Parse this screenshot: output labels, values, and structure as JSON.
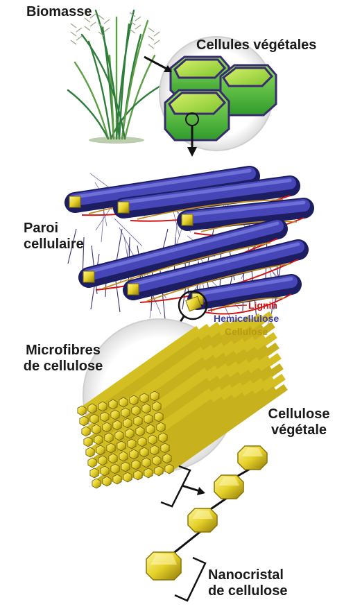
{
  "labels": {
    "biomass": "Biomasse",
    "plant_cells": "Cellules végétales",
    "cell_wall_line1": "Paroi",
    "cell_wall_line2": "cellulaire",
    "microfibrils_line1": "Microfibres",
    "microfibrils_line2": "de cellulose",
    "plant_cellulose_line1": "Cellulose",
    "plant_cellulose_line2": "végétale",
    "nanocrystal_line1": "Nanocristal",
    "nanocrystal_line2": "de cellulose"
  },
  "legend": {
    "lignin": "Lignin",
    "hemicellulose": "Hemicellulose",
    "cellulose": "Cellulose"
  },
  "colors": {
    "lignin": "#d01515",
    "hemicellulose": "#3b3bb4",
    "cellulose": "#b89a10",
    "cell_green": "#4fbf3a",
    "cell_border": "#3a2a6e",
    "fibre_yellow": "#e8d32a",
    "grass": "#2f7d3a"
  }
}
